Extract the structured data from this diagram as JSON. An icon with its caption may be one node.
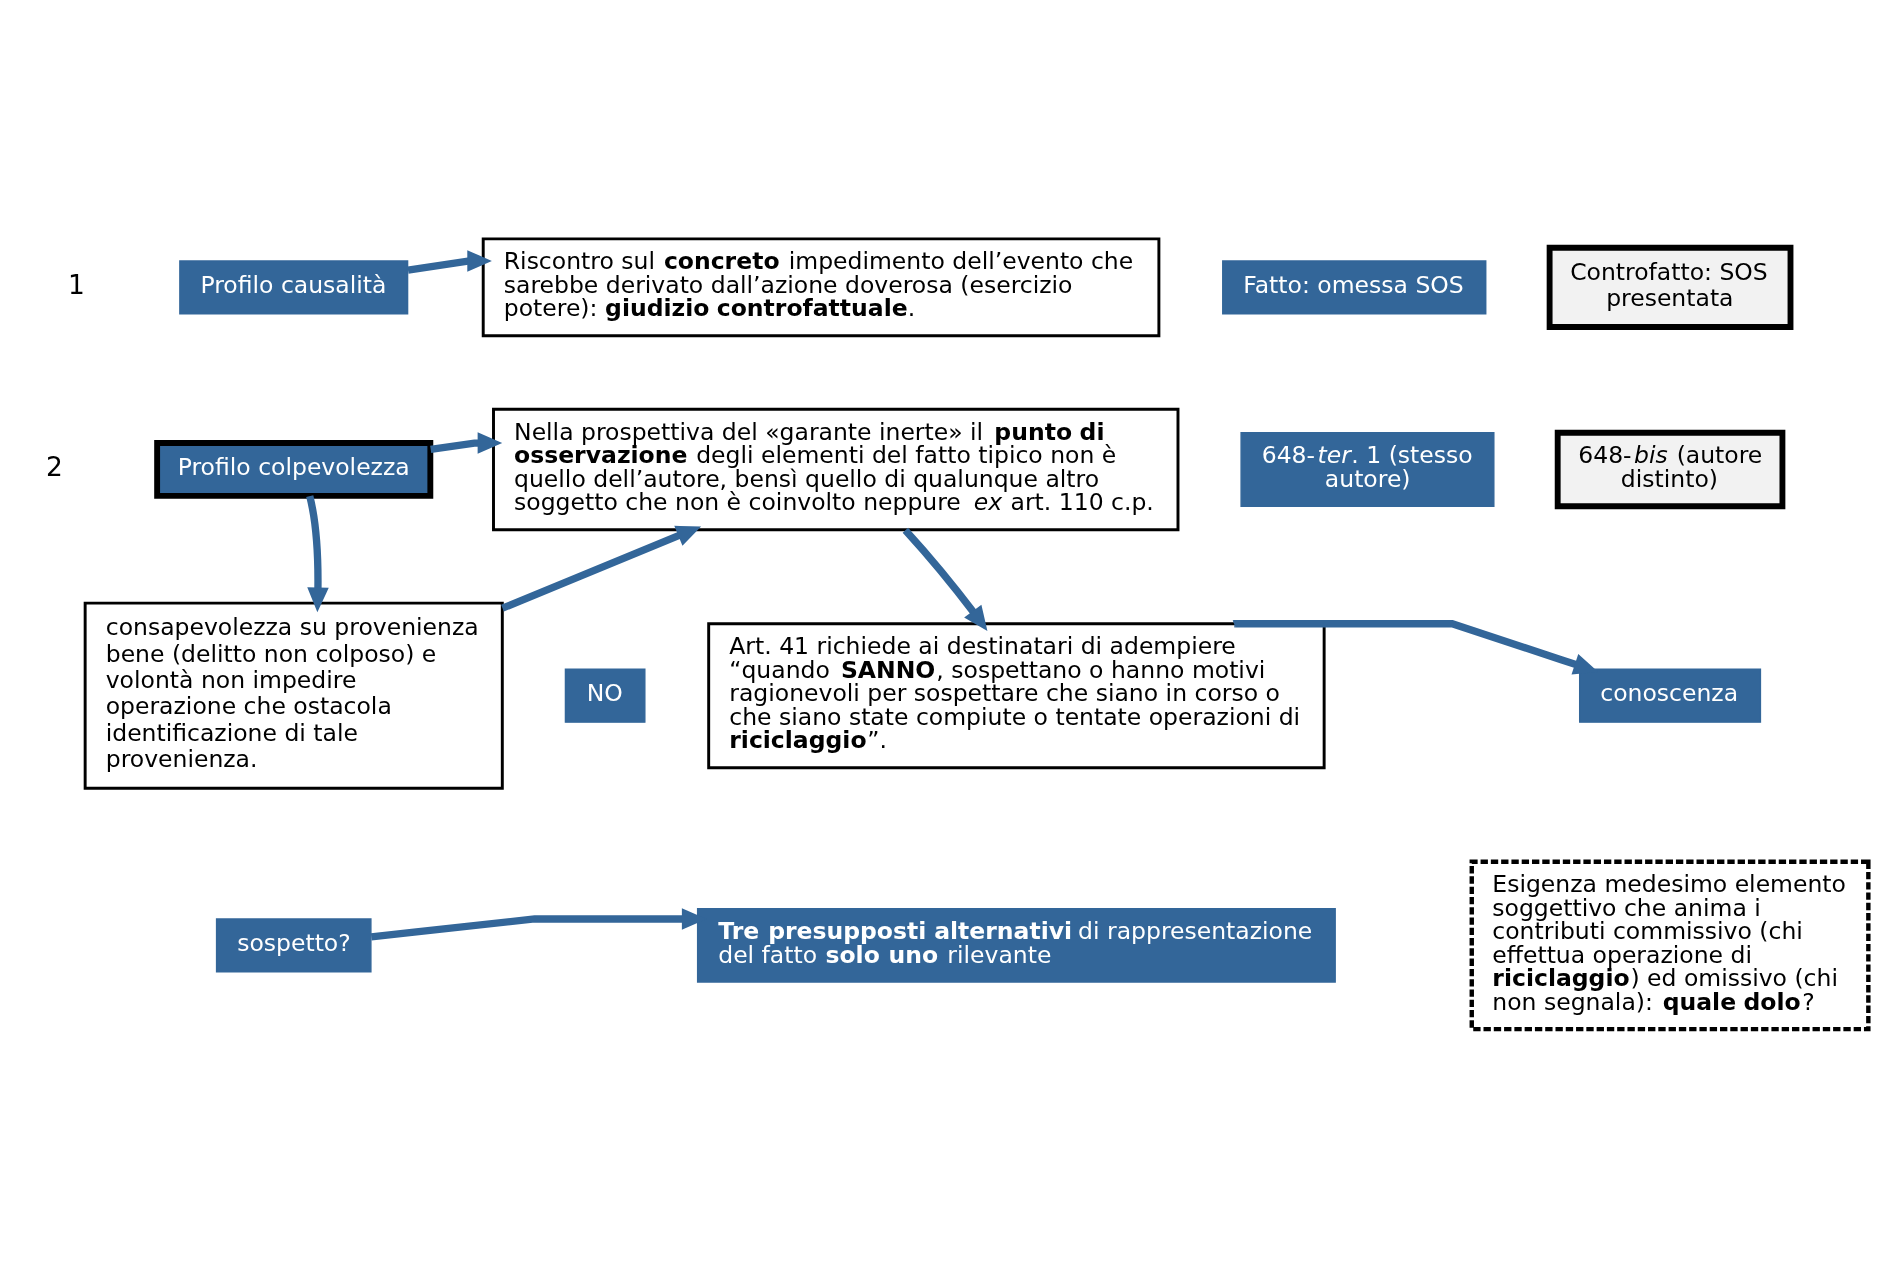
{
  "diagram": {
    "nodes": [
      {
        "text": [
          "Profilo causalità"
        ]
      },
      {
        "text": [
          "Riscontro sul **concreto** impedimento dell’evento che sarebbe derivato dall’azione doverosa (esercizio potere): **giudizio controfattuale**."
        ]
      },
      {
        "text": [
          "Fatto: omessa SOS"
        ]
      },
      {
        "text": [
          "Controfatto: SOS presentata"
        ]
      },
      {
        "text": [
          "Profilo colpevolezza"
        ]
      },
      {
        "text": [
          "Nella prospettiva del «garante inerte» il **punto di osservazione** degli elementi del fatto tipico non è quello dell’autore, bensì quello di qualunque altro soggetto che non è coinvolto neppure *ex* art. 110 c.p."
        ]
      },
      {
        "text": [
          "648-*ter*. 1 (stesso autore)"
        ]
      },
      {
        "text": [
          "648-*bis* (autore distinto)"
        ]
      },
      {
        "text": [
          "consapevolezza su provenienza bene (delitto non colposo) e volontà non impedire operazione che ostacola identificazione di tale provenienza."
        ]
      },
      {
        "text": [
          "Art. 41 richiede ai destinatari di adempiere “quando **SANNO**, sospettano o hanno motivi ragionevoli per sospettare che siano in corso o che siano state compiute o tentate operazioni di **riciclaggio**”."
        ]
      },
      {
        "text": [
          "conoscenza"
        ]
      },
      {
        "text": [
          "Esigenza medesimo elemento soggettivo che anima i contributi commissivo (chi effettua operazione di **riciclaggio**) ed omissivo (chi non segnala): **quale dolo**?"
        ]
      },
      {
        "text": [
          "NO"
        ]
      },
      {
        "text": [
          "sospetto?"
        ]
      },
      {
        "text": [
          "**Tre presupposti alternativi** di rappresentazione del fatto **solo uno** rilevante"
        ]
      }
    ],
    "edges": [
      {
        "from": 0,
        "to": 1,
        "arrow": "to"
      },
      {
        "from": 4,
        "to": 5,
        "arrow": "to"
      },
      {
        "from": 4,
        "to": 8,
        "arrow": "to"
      },
      {
        "from": 8,
        "to": 5,
        "arrow": "to"
      },
      {
        "from": 5,
        "to": 9,
        "arrow": "to"
      },
      {
        "from": 9,
        "to": 10,
        "arrow": "to"
      },
      {
        "from": 13,
        "to": 14,
        "arrow": "to"
      }
    ],
    "labels": [
      "1",
      "2"
    ]
  }
}
